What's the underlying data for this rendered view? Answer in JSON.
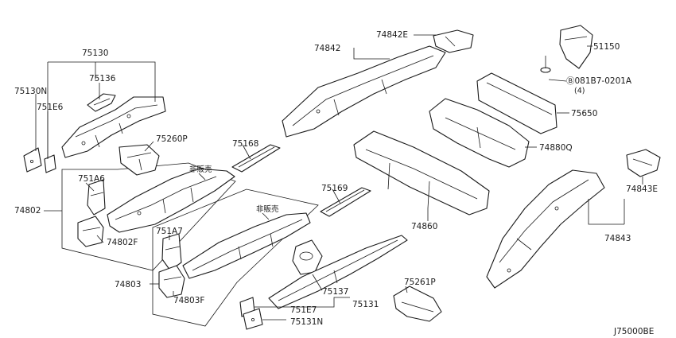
{
  "labels": {
    "p75130": "75130",
    "p75136": "75136",
    "p75130N": "75130N",
    "p751E6": "751E6",
    "p75260P": "75260P",
    "p74802": "74802",
    "p751A6": "751A6",
    "p74802F": "74802F",
    "p74842": "74842",
    "p74842E": "74842E",
    "p75168": "75168",
    "p75169": "75169",
    "p51150": "51150",
    "bolt": "081B7-0201A",
    "bolt_qty": "(4)",
    "p75650": "75650",
    "p74880Q": "74880Q",
    "p74843E": "74843E",
    "p74843": "74843",
    "p74860": "74860",
    "p751A7": "751A7",
    "p74803": "74803",
    "p74803F": "74803F",
    "p75137": "75137",
    "p751E7": "751E7",
    "p75131": "75131",
    "p75131N": "75131N",
    "p75261P": "75261P",
    "not_sold_1": "非販売",
    "not_sold_2": "非販売",
    "diagram_code": "J75000BE"
  }
}
